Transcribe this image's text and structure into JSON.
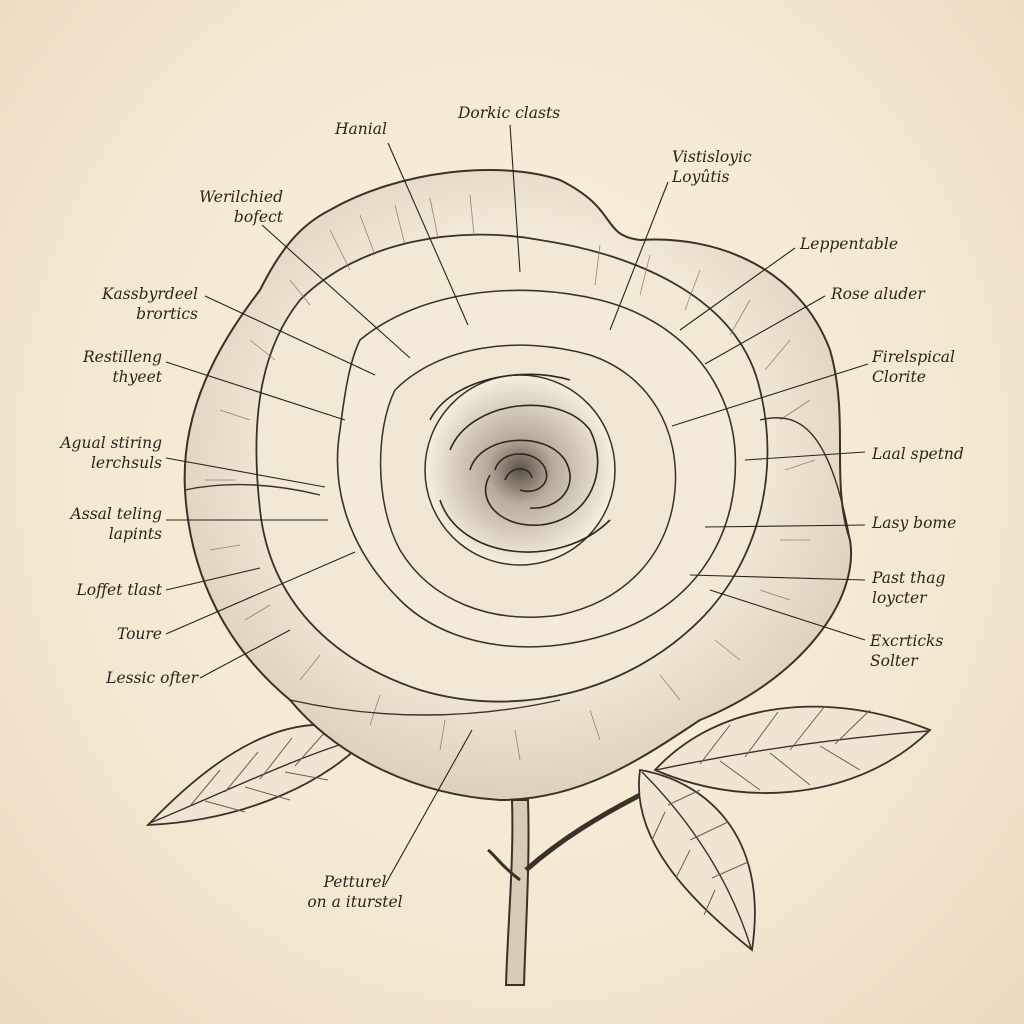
{
  "labels": {
    "hanial": {
      "line1": "Hanial"
    },
    "dorkic_clasts": {
      "line1": "Dorkic clasts"
    },
    "vistisloyic": {
      "line1": "Vistisloyic",
      "line2": "Loyûtis"
    },
    "werilchied": {
      "line1": "Werilchied",
      "line2": "bofect"
    },
    "kassbyrdeel": {
      "line1": "Kassbyrdeel",
      "line2": "brortics"
    },
    "restilleng": {
      "line1": "Restilleng",
      "line2": "thyeet"
    },
    "agual_stiring": {
      "line1": "Agual stiring",
      "line2": "lerchsuls"
    },
    "assal_teling": {
      "line1": "Assal teling",
      "line2": "lapints"
    },
    "loffet_tlast": {
      "line1": "Loffet tlast"
    },
    "toure": {
      "line1": "Toure"
    },
    "lessic_ofter": {
      "line1": "Lessic ofter"
    },
    "leppentable": {
      "line1": "Leppentable"
    },
    "rose_aluder": {
      "line1": "Rose aluder"
    },
    "firelspical": {
      "line1": "Firelspical",
      "line2": "Clorite"
    },
    "laal_spetnd": {
      "line1": "Laal spetnd"
    },
    "lasy_bome": {
      "line1": "Lasy bome"
    },
    "past_thag": {
      "line1": "Past thag",
      "line2": "loycter"
    },
    "excrticks": {
      "line1": "Excrticks",
      "line2": "Solter"
    },
    "petturel": {
      "line1": "Petturel",
      "line2": "on a iturstel"
    }
  },
  "colors": {
    "paper": "#f5ead6",
    "ink": "#2a241c",
    "petal_fill": "#f3ead9"
  }
}
